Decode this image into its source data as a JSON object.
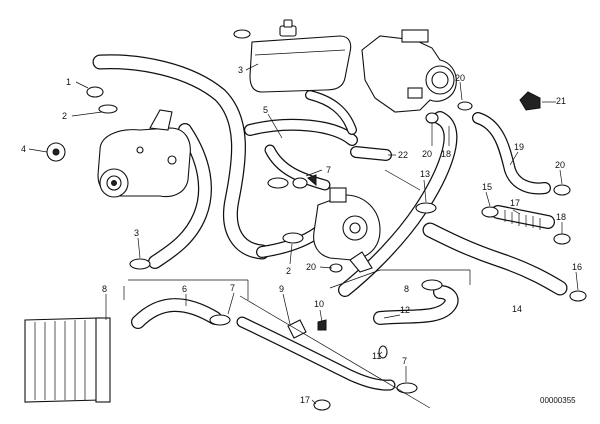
{
  "reference_number": "00000355",
  "callouts": {
    "c1": "1",
    "c2a": "2",
    "c3a": "3",
    "c4": "4",
    "c5": "5",
    "c22": "22",
    "c7a": "7",
    "c20a": "20",
    "c21": "21",
    "c20b": "20",
    "c18a": "18",
    "c19": "19",
    "c20c": "20",
    "c13": "13",
    "c15": "15",
    "c17a": "17",
    "c18b": "18",
    "c3b": "3",
    "c2b": "2",
    "c20d": "20",
    "c16": "16",
    "c8a": "8",
    "c6": "6",
    "c7b": "7",
    "c9": "9",
    "c10": "10",
    "c8b": "8",
    "c12": "12",
    "c14": "14",
    "c11": "11",
    "c7c": "7",
    "c17b": "17"
  }
}
